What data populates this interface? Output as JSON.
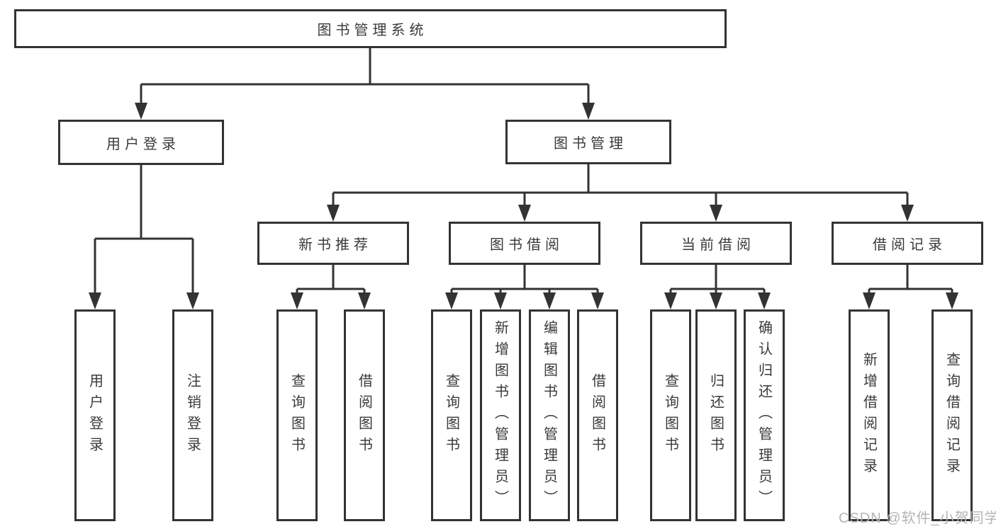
{
  "root": {
    "label": "图书管理系统"
  },
  "branches": [
    {
      "label": "用户登录",
      "leaves": [
        "用户登录",
        "注销登录"
      ]
    },
    {
      "label": "图书管理",
      "groups": [
        {
          "label": "新书推荐",
          "leaves": [
            "查询图书",
            "借阅图书"
          ]
        },
        {
          "label": "图书借阅",
          "leaves": [
            "查询图书",
            "新增图书（管理员）",
            "编辑图书（管理员）",
            "借阅图书"
          ]
        },
        {
          "label": "当前借阅",
          "leaves": [
            "查询图书",
            "归还图书",
            "确认归还（管理员）"
          ]
        },
        {
          "label": "借阅记录",
          "leaves": [
            "新增借阅记录",
            "查询借阅记录"
          ]
        }
      ]
    }
  ],
  "watermark": "CSDN @软件_小贺同学",
  "colors": {
    "line": "#333333",
    "text": "#3a3a3a",
    "box_bg": "#ffffff",
    "watermark": "#b5b5b5"
  }
}
